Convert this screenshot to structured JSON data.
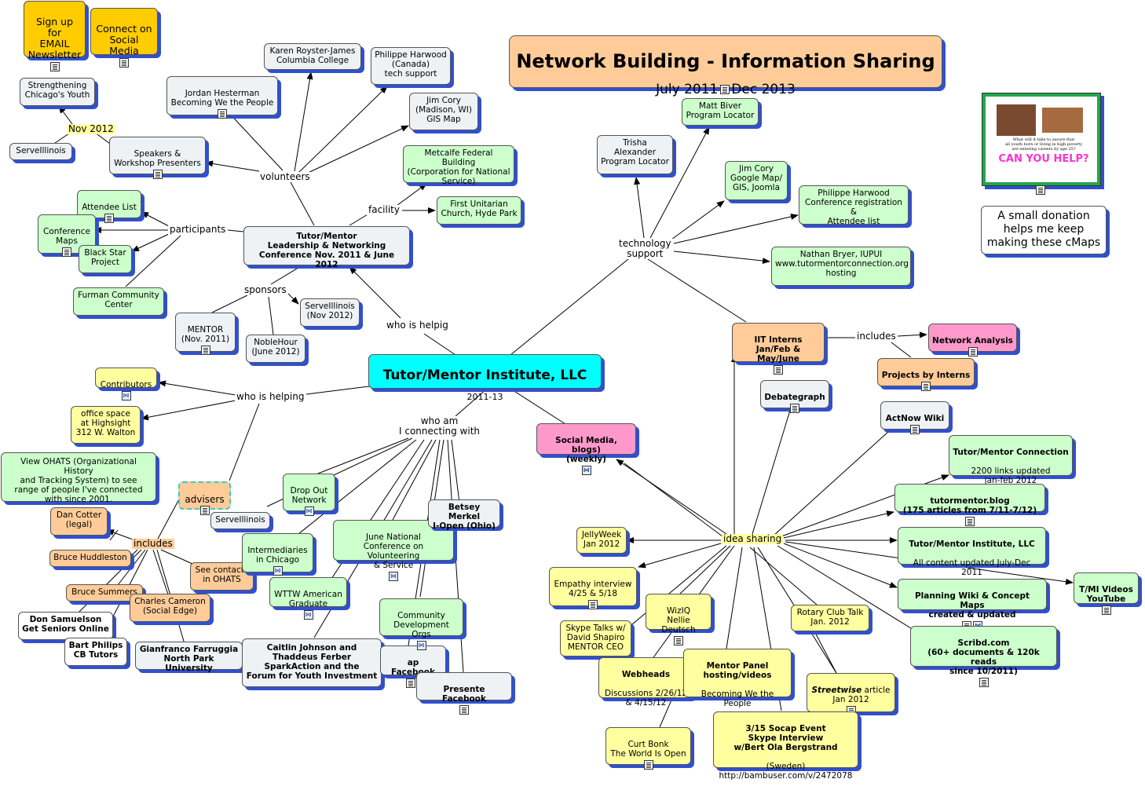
{
  "title": {
    "main": "Network Building - Information Sharing",
    "sub": "July 2011 - Dec 2013"
  },
  "center": {
    "title": "Tutor/Mentor Institute, LLC",
    "sub": "2011-13"
  },
  "top_left": {
    "newsletter": "Sign up\nfor\nEMAIL\nNewsletter",
    "social": "Connect on\nSocial\nMedia"
  },
  "donation": "A small donation\nhelps me keep\nmaking these cMaps",
  "poster": {
    "line1": "What will it take to assure that",
    "line2": "all youth born or living in high poverty",
    "line3": "are entering careers by age 25?",
    "big": "CAN YOU HELP?"
  },
  "link_labels": {
    "volunteers": "volunteers",
    "facility": "facility",
    "participants": "participants",
    "sponsors": "sponsors",
    "who_is_helpig": "who is helpig",
    "nov2012": "Nov 2012",
    "who_is_helping": "who is helping",
    "who_am": "who am\nI connecting with",
    "technology": "technology\nsupport",
    "includes_right": "includes",
    "includes_left": "includes",
    "idea_sharing": "idea sharing",
    "advisers": "advisers"
  },
  "nodes": {
    "karen": "Karen Royster-James\nColumbia College",
    "philippe1": "Philippe Harwood\n(Canada)\ntech support",
    "jordan": "Jordan Hesterman\nBecoming We the People",
    "jimcory1": "Jim Cory\n(Madison, WI)\nGIS Map",
    "strengthening": "Strengthening\nChicago's Youth",
    "serveil1": "ServeIllinois",
    "speakers": "Speakers &\nWorkshop Presenters",
    "metcalfe": "Metcalfe Federal Building\n(Corporation for National\nService)",
    "unitarian": "First Unitarian\nChurch, Hyde Park",
    "attendee": "Attendee List",
    "confmaps": "Conference\nMaps",
    "blackstar": "Black Star\nProject",
    "furman": "Furman Community\nCenter",
    "conference": "Tutor/Mentor\nLeadership & Networking\nConference Nov. 2011 & June 2012",
    "mentor": "MENTOR\n(Nov. 2011)",
    "serveil2": "ServeIllinois\n(Nov 2012)",
    "noblehour": "NobleHour\n(June 2012)",
    "contributors": "Contributors",
    "officespace": "office space\nat Highsight\n312 W. Walton",
    "ohats": "View OHATS (Organizational History\nand Tracking System) to see\nrange of people I've connected\nwith since 2001.",
    "dancotter": "Dan Cotter\n(legal)",
    "bruceh": "Bruce Huddleston",
    "brucesummers": "Bruce Summers",
    "charles": "Charles Cameron\n(Social Edge)",
    "seecontacts": "See contacts\nin OHATS",
    "donsam": "Don Samuelson\nGet Seniors Online",
    "bart": "Bart Philips\nCB Tutors",
    "gianfranco": "Gianfranco Farruggia\nNorth Park University",
    "caitlin": "Caitlin Johnson and\nThaddeus Ferber\nSparkAction and the\nForum for Youth Investment",
    "mapfb": "ap Facebook",
    "presente": "Presente Facebook",
    "community": "Community\nDevelopment Orgs",
    "wttw": "WTTW American\nGraduate",
    "intermediaries": "Intermediaries\nin Chicago",
    "serveil3": "ServeIllinois",
    "dropout": "Drop Out\nNetwork",
    "junenational": "June National\nConference on Volunteering\n& Service",
    "betsey": "Betsey Merkel\nI-Open (Ohio)",
    "socialmedia": "Social Media, blogs)\n(weekly)",
    "trisha": "Trisha\nAlexander\nProgram Locator",
    "mattbiver": "Matt Biver\nProgram Locator",
    "jimcory2": "Jim Cory\nGoogle Map/\nGIS,  Joomla",
    "philippe2": "Philippe Harwood\nConference registration &\nAttendee list",
    "nathan": "Nathan Bryer, IUPUI\nwww.tutormentorconnection.org\nhosting",
    "iit": "IIT Interns\nJan/Feb & May/June",
    "network": "Network Analysis",
    "projects": "Projects by Interns",
    "debategraph": "Debategraph",
    "actnow": "ActNow Wiki",
    "tmc_title": "Tutor/Mentor Connection",
    "tmc_body": "2200 links updated\njan-feb 2012",
    "blog": "tutormentor.blog\n(175 articles from 7/11-7/12)",
    "tmi_title": "Tutor/Mentor Institute, LLC",
    "tmi_body": "All content updated July-Dec 2011",
    "planning": "Planning Wiki & Concept Maps\ncreated & updated",
    "videos": "T/MI Videos\nYouTube",
    "scribd": "Scribd.com\n(60+ documents & 120k reads\nsince 10/2011)",
    "jellyweek": "JellyWeek\nJan 2012",
    "empathy": "Empathy interview\n4/25 & 5/18",
    "wiziq": "WizIQ\nNellie Deutsch",
    "skype": "Skype Talks w/\nDavid Shapiro\nMENTOR CEO",
    "webheads_title": "Webheads",
    "webheads_body": "Discussions 2/26/12\n&  4/15/12",
    "mentorpanel_title": "Mentor Panel\nhosting/videos",
    "mentorpanel_body": "Becoming We the People",
    "rotary": "Rotary Club Talk\nJan. 2012",
    "streetwise_title": "Streetwise",
    "streetwise_body": "  article\nJan 2012",
    "curtbonk": "Curt Bonk\nThe World Is Open",
    "socap_title": "3/15 Socap Event\nSkype Interview\nw/Bert Ola Bergstrand",
    "socap_body": "(Sweden)\nhttp://bambuser.com/v/2472078"
  },
  "colors": {
    "green": "#ccffcc",
    "gray": "#eef2f5",
    "yellow": "#ffffa0",
    "orange": "#ffcc99",
    "pink": "#ff99cc",
    "cyan": "#00ffff",
    "gold": "#ffcc00",
    "shadow": "#3050d0"
  }
}
